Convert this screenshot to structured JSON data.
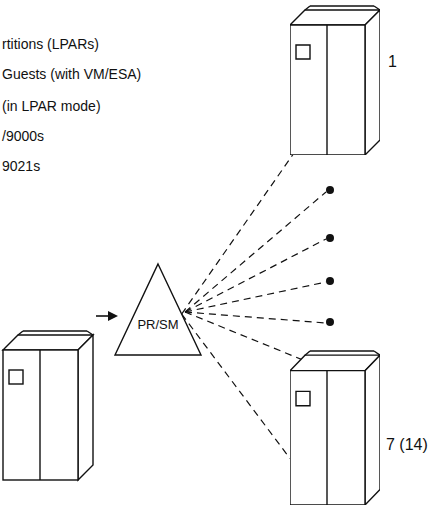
{
  "diagram": {
    "nodes": [
      {
        "text": [
          "1"
        ]
      },
      {
        "text": [
          "PR/SM"
        ]
      },
      {
        "text": [
          "7 (14)"
        ]
      }
    ],
    "edges": [
      {
        "from": 1,
        "to": 0,
        "arrow": "none"
      },
      {
        "from": 1,
        "to": 2,
        "arrow": "none"
      }
    ],
    "labels": [
      "rtitions (LPARs)",
      "Guests (with VM/ESA)",
      "(in LPAR mode)",
      "/9000s",
      "9021s"
    ]
  }
}
